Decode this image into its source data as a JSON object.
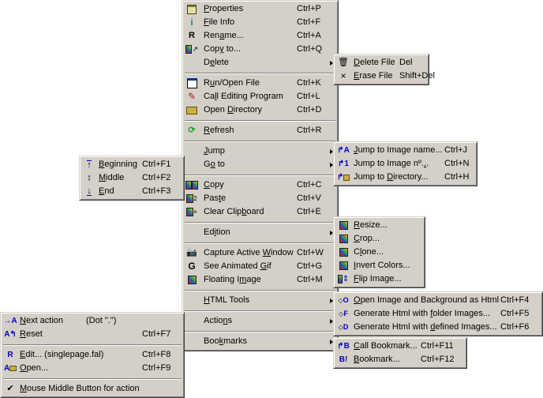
{
  "main_menu": {
    "items": [
      {
        "label": "Properties",
        "ul": 0,
        "shortcut": "Ctrl+P",
        "icon": "properties-icon"
      },
      {
        "label": "File Info",
        "ul": 0,
        "shortcut": "Ctrl+F",
        "icon": "info-icon"
      },
      {
        "label": "Rename...",
        "ul": 3,
        "shortcut": "Ctrl+A",
        "icon": "rename-icon"
      },
      {
        "label": "Copy to...",
        "ul": 3,
        "shortcut": "Ctrl+Q",
        "icon": "copy-to-icon"
      },
      {
        "label": "Delete",
        "ul": 1,
        "shortcut": "",
        "submenu": true
      },
      {
        "sep": true
      },
      {
        "label": "Run/Open File",
        "ul": 1,
        "shortcut": "Ctrl+K",
        "icon": "window-icon"
      },
      {
        "label": "Call Editing Program",
        "ul": 2,
        "shortcut": "Ctrl+L",
        "icon": "paintbrush-icon"
      },
      {
        "label": "Open Directory",
        "ul": 5,
        "shortcut": "Ctrl+D",
        "icon": "folder-icon"
      },
      {
        "sep": true
      },
      {
        "label": "Refresh",
        "ul": 0,
        "shortcut": "Ctrl+R",
        "icon": "refresh-icon"
      },
      {
        "sep": true
      },
      {
        "label": "Jump",
        "ul": 0,
        "shortcut": "",
        "submenu": true
      },
      {
        "label": "Go to",
        "ul": 1,
        "shortcut": "",
        "submenu": true
      },
      {
        "sep": true
      },
      {
        "label": "Copy",
        "ul": 0,
        "shortcut": "Ctrl+C",
        "icon": "copy-icon"
      },
      {
        "label": "Paste",
        "ul": 3,
        "shortcut": "Ctrl+V",
        "icon": "paste-icon"
      },
      {
        "label": "Clear Clipboard",
        "ul": 10,
        "shortcut": "Ctrl+E",
        "icon": "clear-clipboard-icon"
      },
      {
        "sep": true
      },
      {
        "label": "Edition",
        "ul": 2,
        "shortcut": "",
        "submenu": true
      },
      {
        "sep": true
      },
      {
        "label": "Capture Active Window",
        "ul": 15,
        "shortcut": "Ctrl+W",
        "icon": "camera-icon"
      },
      {
        "label": "See Animated Gif",
        "ul": 13,
        "shortcut": "Ctrl+G",
        "icon": "gif-icon"
      },
      {
        "label": "Floating Image",
        "ul": 10,
        "shortcut": "Ctrl+M",
        "icon": "floating-image-icon"
      },
      {
        "sep": true
      },
      {
        "label": "HTML Tools",
        "ul": 0,
        "shortcut": "",
        "submenu": true
      },
      {
        "sep": true
      },
      {
        "label": "Actions",
        "ul": 5,
        "shortcut": "",
        "submenu": true
      },
      {
        "sep": true
      },
      {
        "label": "Bookmarks",
        "ul": 3,
        "shortcut": "",
        "submenu": true
      }
    ]
  },
  "delete_menu": {
    "items": [
      {
        "label": "Delete File",
        "ul": 0,
        "shortcut": "Del",
        "icon": "trash-icon"
      },
      {
        "label": "Erase File",
        "ul": 0,
        "shortcut": "Shift+Del",
        "icon": "x-icon"
      }
    ]
  },
  "jump_menu": {
    "items": [
      {
        "label": "Jump to Image name...",
        "ul": 0,
        "shortcut": "Ctrl+J",
        "icon": "jump-name-icon"
      },
      {
        "label": "Jump to Image nº...",
        "ul": 17,
        "shortcut": "Ctrl+N",
        "icon": "jump-number-icon"
      },
      {
        "label": "Jump to Directory...",
        "ul": 8,
        "shortcut": "Ctrl+H",
        "icon": "jump-directory-icon"
      }
    ]
  },
  "goto_menu": {
    "items": [
      {
        "label": "Beginning",
        "ul": 0,
        "shortcut": "Ctrl+F1",
        "icon": "arrow-top-icon"
      },
      {
        "label": "Middle",
        "ul": 0,
        "shortcut": "Ctrl+F2",
        "icon": "arrow-middle-icon"
      },
      {
        "label": "End",
        "ul": 0,
        "shortcut": "Ctrl+F3",
        "icon": "arrow-bottom-icon"
      }
    ]
  },
  "edition_menu": {
    "items": [
      {
        "label": "Resize...",
        "ul": 0,
        "icon": "resize-icon"
      },
      {
        "label": "Crop...",
        "ul": 0,
        "icon": "crop-icon"
      },
      {
        "label": "Clone...",
        "ul": 1,
        "icon": "clone-icon"
      },
      {
        "label": "Invert Colors...",
        "ul": 0,
        "icon": "invert-colors-icon"
      },
      {
        "label": "Flip Image...",
        "ul": 0,
        "icon": "flip-icon"
      }
    ]
  },
  "html_menu": {
    "items": [
      {
        "label": "Open Image and Background as Html",
        "ul": 0,
        "shortcut": "Ctrl+F4",
        "icon": "html-open-icon",
        "glyph": "O"
      },
      {
        "label": "Generate Html with folder Images...",
        "ul": 19,
        "shortcut": "Ctrl+F5",
        "icon": "html-folder-icon",
        "glyph": "F"
      },
      {
        "label": "Generate Html with defined Images...",
        "ul": 19,
        "shortcut": "Ctrl+F6",
        "icon": "html-defined-icon",
        "glyph": "D"
      }
    ]
  },
  "bookmarks_menu": {
    "items": [
      {
        "label": "Call Bookmark...",
        "ul": 0,
        "shortcut": "Ctrl+F11",
        "icon": "call-bookmark-icon"
      },
      {
        "label": "Bookmark...",
        "ul": 0,
        "shortcut": "Ctrl+F12",
        "icon": "bookmark-icon"
      }
    ]
  },
  "actions_menu": {
    "items": [
      {
        "label": "Next action",
        "ul": 0,
        "shortcut": "(Dot \".\")",
        "inline_shortcut": true,
        "icon": "next-action-icon"
      },
      {
        "label": "Reset",
        "ul": 0,
        "shortcut": "Ctrl+F7",
        "icon": "reset-icon"
      },
      {
        "sep": true
      },
      {
        "label": "Edit... (singlepage.fal)",
        "ul": 0,
        "shortcut": "Ctrl+F8",
        "icon": "edit-icon"
      },
      {
        "label": "Open...",
        "ul": 0,
        "shortcut": "Ctrl+F9",
        "icon": "open-icon"
      },
      {
        "sep": true
      },
      {
        "label": "Mouse Middle Button for action",
        "ul": 0,
        "shortcut": "",
        "icon": "check-icon",
        "checked": true
      }
    ]
  }
}
